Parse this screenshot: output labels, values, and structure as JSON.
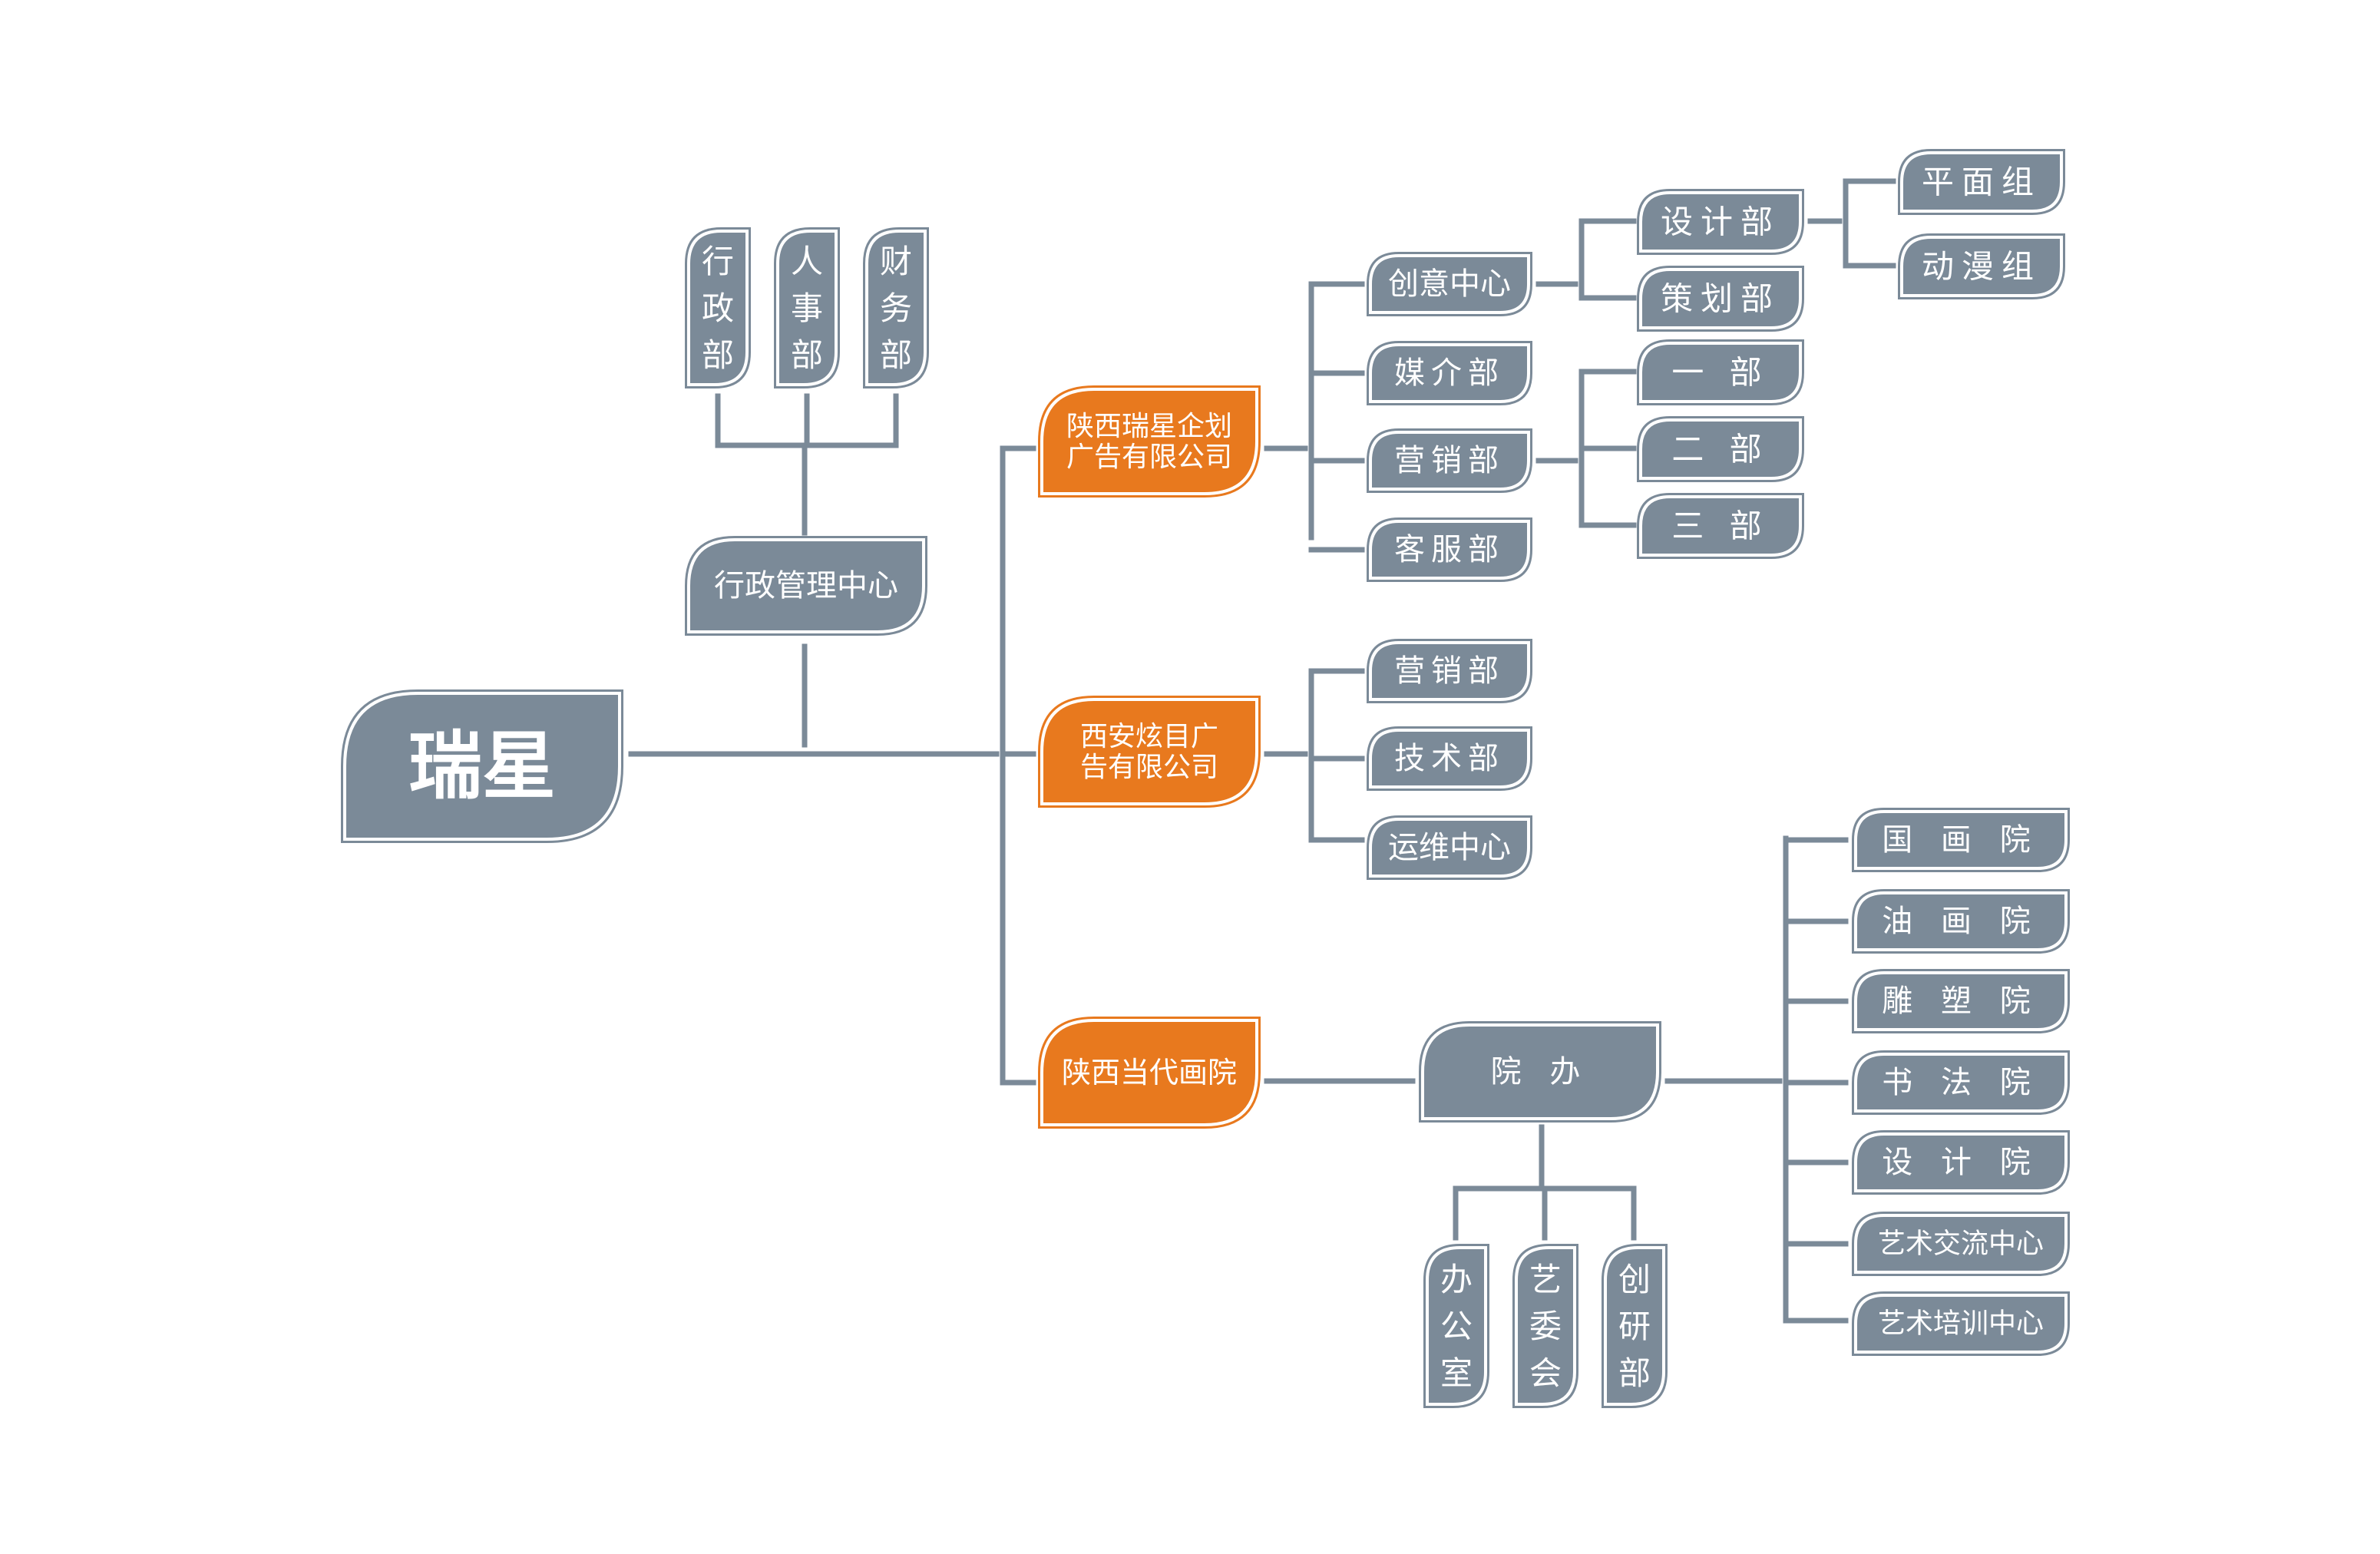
{
  "colors": {
    "gray": "#7b8a98",
    "orange": "#e8791e",
    "line": "#7b8a98"
  },
  "nodes": {
    "root": {
      "label": "瑞星",
      "color": "gray"
    },
    "admin_center": {
      "label": "行政管理中心",
      "color": "gray"
    },
    "admin_dept": {
      "label": "行政部",
      "color": "gray"
    },
    "hr_dept": {
      "label": "人事部",
      "color": "gray"
    },
    "finance_dept": {
      "label": "财务部",
      "color": "gray"
    },
    "co_ruixing": {
      "label": "陕西瑞星企划广告有限公司",
      "color": "orange"
    },
    "co_xuanmu": {
      "label": "西安炫目广告有限公司",
      "color": "orange"
    },
    "co_huayuan": {
      "label": "陕西当代画院",
      "color": "orange"
    },
    "creative_center": {
      "label": "创意中心",
      "color": "gray"
    },
    "media_dept": {
      "label": "媒介部",
      "color": "gray"
    },
    "marketing_dept_a": {
      "label": "营销部",
      "color": "gray"
    },
    "service_dept": {
      "label": "客服部",
      "color": "gray"
    },
    "design_dept": {
      "label": "设计部",
      "color": "gray"
    },
    "planning_dept": {
      "label": "策划部",
      "color": "gray"
    },
    "graphic_group": {
      "label": "平面组",
      "color": "gray"
    },
    "animation_group": {
      "label": "动漫组",
      "color": "gray"
    },
    "dept_one": {
      "label": "一 部",
      "color": "gray"
    },
    "dept_two": {
      "label": "二 部",
      "color": "gray"
    },
    "dept_three": {
      "label": "三 部",
      "color": "gray"
    },
    "marketing_dept_b": {
      "label": "营销部",
      "color": "gray"
    },
    "tech_dept": {
      "label": "技术部",
      "color": "gray"
    },
    "ops_center": {
      "label": "运维中心",
      "color": "gray"
    },
    "academy_office": {
      "label": "院 办",
      "color": "gray"
    },
    "office_room": {
      "label": "办公室",
      "color": "gray"
    },
    "art_committee": {
      "label": "艺委会",
      "color": "gray"
    },
    "research_dept": {
      "label": "创研部",
      "color": "gray"
    },
    "guohua": {
      "label": "国 画 院",
      "color": "gray"
    },
    "youhua": {
      "label": "油 画 院",
      "color": "gray"
    },
    "diaosu": {
      "label": "雕 塑 院",
      "color": "gray"
    },
    "shufa": {
      "label": "书 法 院",
      "color": "gray"
    },
    "sheji": {
      "label": "设 计 院",
      "color": "gray"
    },
    "art_exchange": {
      "label": "艺术交流中心",
      "color": "gray"
    },
    "art_training": {
      "label": "艺术培训中心",
      "color": "gray"
    }
  }
}
